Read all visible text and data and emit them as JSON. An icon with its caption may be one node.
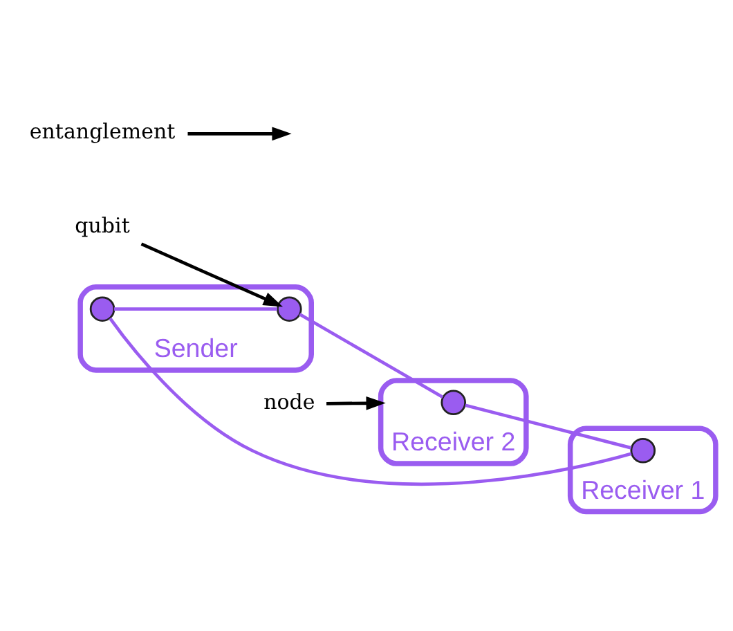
{
  "diagram": {
    "nodes": [
      {
        "text": [
          "Sender"
        ]
      },
      {
        "text": [],
        "shape": "circle",
        "in": 0
      },
      {
        "text": [],
        "shape": "circle",
        "in": 0
      },
      {
        "text": [
          "Receiver 2"
        ]
      },
      {
        "text": [],
        "shape": "circle",
        "in": 3
      },
      {
        "text": [
          "Receiver 1"
        ]
      },
      {
        "text": [],
        "shape": "circle",
        "in": 5
      },
      {
        "text": [
          "qubit"
        ]
      },
      {
        "text": [
          "node"
        ]
      },
      {
        "text": [
          "entanglement"
        ]
      }
    ],
    "edges": [
      {
        "from": 1,
        "to": 2,
        "arrow": "none"
      },
      {
        "from": 2,
        "to": 4,
        "arrow": "none"
      },
      {
        "from": 1,
        "to": 6,
        "arrow": "none"
      },
      {
        "from": 4,
        "to": 6,
        "arrow": "none"
      },
      {
        "from": 7,
        "to": 2,
        "arrow": "to",
        "color": "#000000"
      },
      {
        "from": 8,
        "to": 3,
        "arrow": "to",
        "color": "#000000"
      },
      {
        "from": 9,
        "to": null,
        "arrow": "to",
        "color": "#000000"
      }
    ]
  }
}
